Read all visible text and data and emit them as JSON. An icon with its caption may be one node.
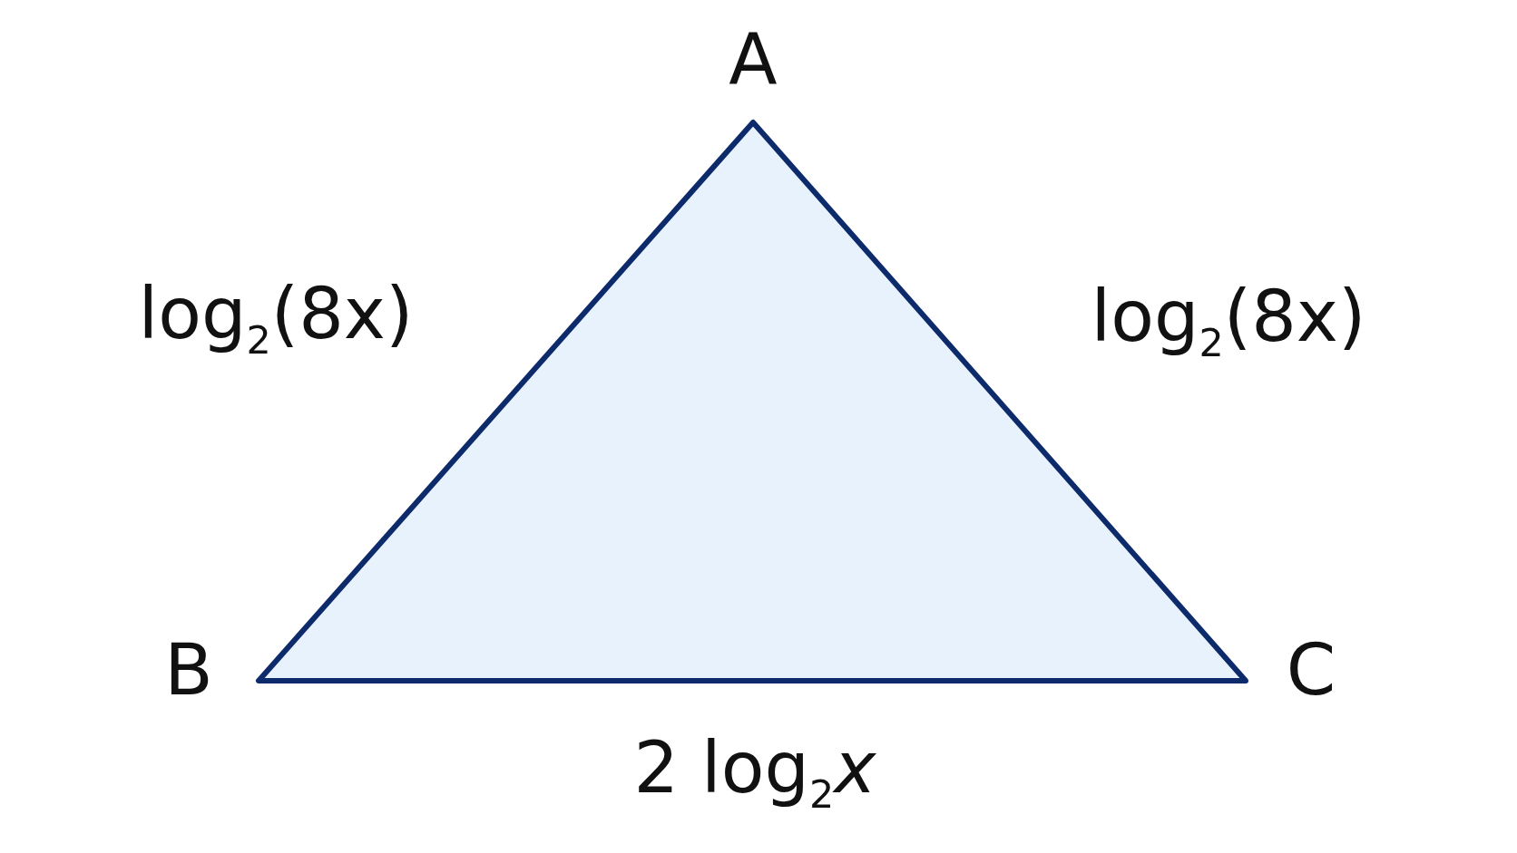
{
  "diagram": {
    "labels": [
      "A",
      "log$_{2}$(8x)",
      "log$_{2}$(8x)",
      "B",
      "C",
      "2 log$_{2}$*x*"
    ]
  }
}
